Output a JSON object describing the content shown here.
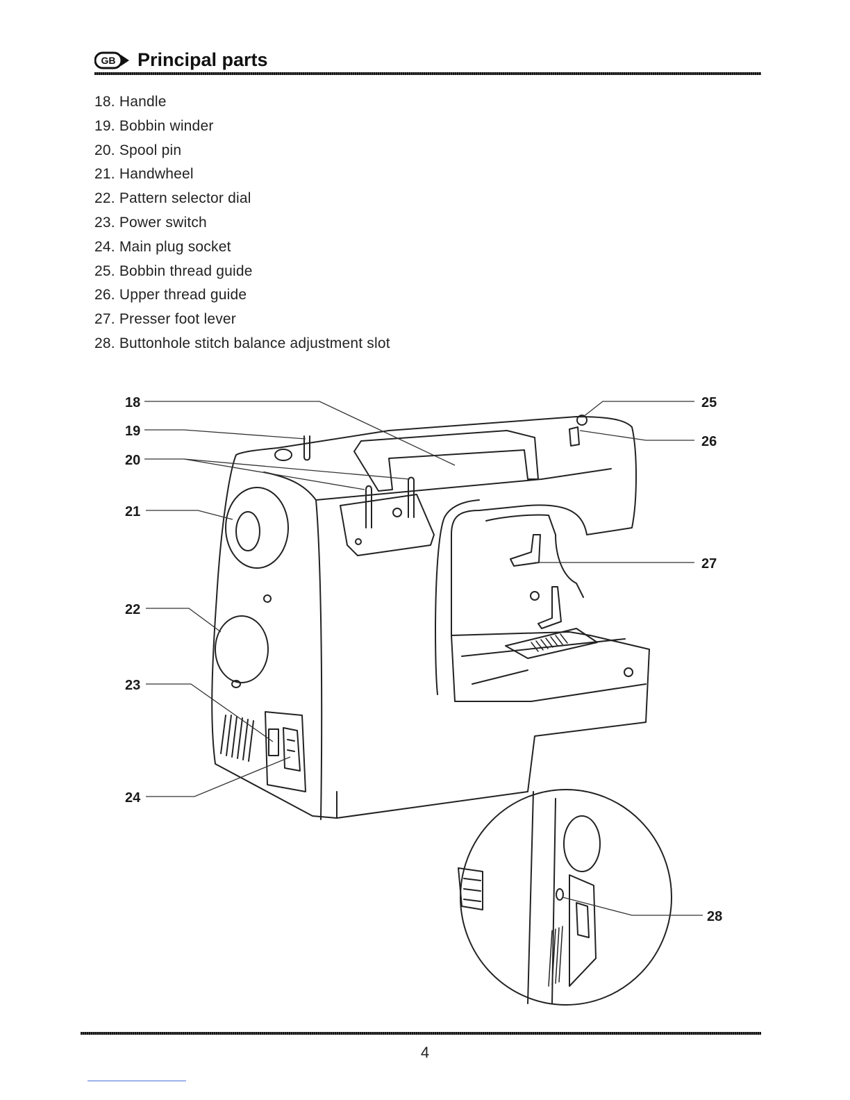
{
  "header": {
    "badge": "GB",
    "title": "Principal parts"
  },
  "parts": [
    "18. Handle",
    "19. Bobbin winder",
    "20. Spool pin",
    "21. Handwheel",
    "22. Pattern selector dial",
    "23. Power switch",
    "24. Main plug socket",
    "25. Bobbin thread guide",
    "26. Upper thread guide",
    "27. Presser foot lever",
    "28. Buttonhole stitch balance adjustment slot"
  ],
  "callouts": {
    "c18": "18",
    "c19": "19",
    "c20": "20",
    "c21": "21",
    "c22": "22",
    "c23": "23",
    "c24": "24",
    "c25": "25",
    "c26": "26",
    "c27": "27",
    "c28": "28"
  },
  "footer": {
    "page_number": "4"
  }
}
